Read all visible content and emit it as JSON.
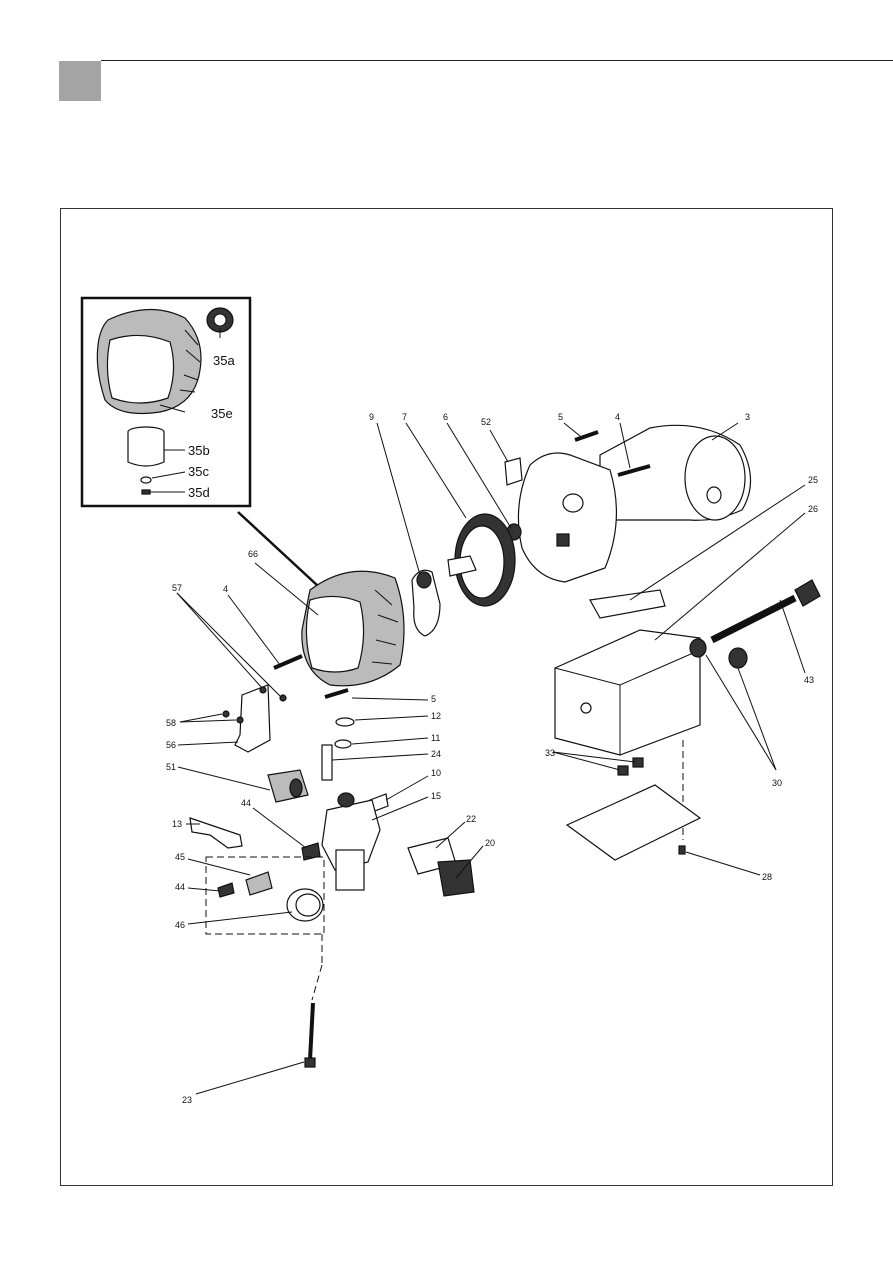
{
  "inset_labels": [
    "35a",
    "35e",
    "35b",
    "35c",
    "35d"
  ],
  "part_labels": {
    "p3": "3",
    "p4a": "4",
    "p4b": "4",
    "p5a": "5",
    "p5b": "5",
    "p6": "6",
    "p7": "7",
    "p9": "9",
    "p52": "52",
    "p25": "25",
    "p26": "26",
    "p43": "43",
    "p30": "30",
    "p33": "33",
    "p28": "28",
    "p66": "66",
    "p57": "57",
    "p58": "58",
    "p56": "56",
    "p51": "51",
    "p13": "13",
    "p44a": "44",
    "p44b": "44",
    "p45": "45",
    "p46": "46",
    "p12": "12",
    "p11": "11",
    "p24": "24",
    "p10": "10",
    "p15": "15",
    "p22": "22",
    "p20": "20",
    "p23": "23"
  }
}
